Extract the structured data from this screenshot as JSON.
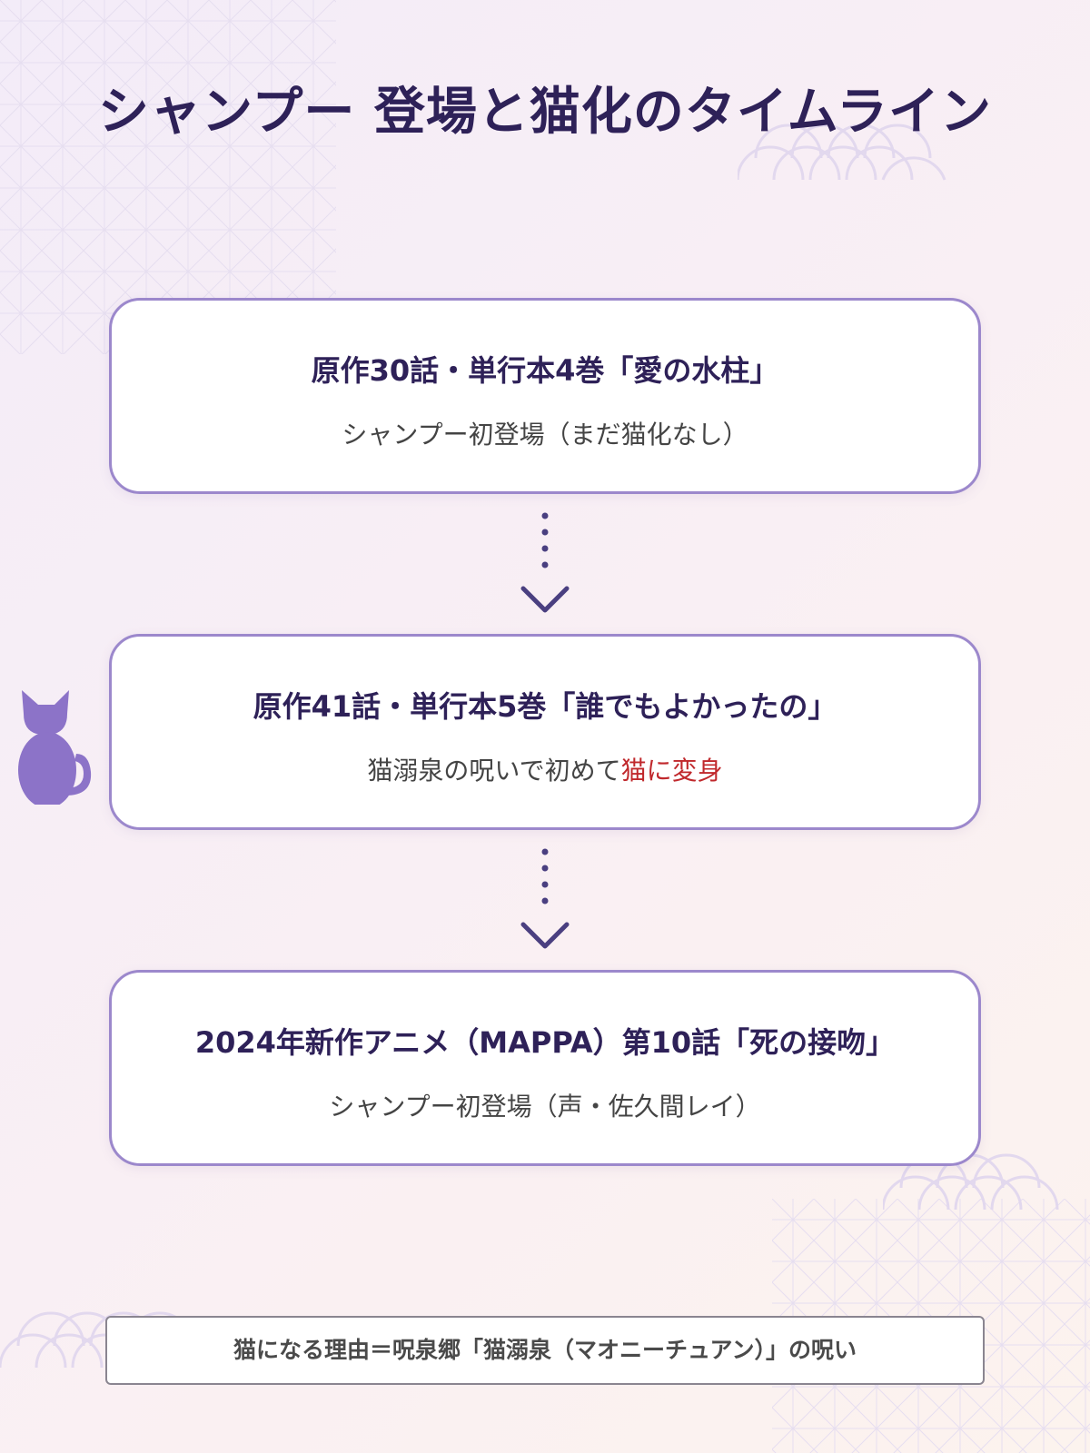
{
  "title": "シャンプー 登場と猫化のタイムライン",
  "colors": {
    "accent": "#9c88cc",
    "title": "#2e2158",
    "highlight": "#c0282c",
    "cat": "#8c73c8"
  },
  "timeline": [
    {
      "heading": "原作30話・単行本4巻「愛の水柱」",
      "description": "シャンプー初登場（まだ猫化なし）",
      "highlight": ""
    },
    {
      "heading": "原作41話・単行本5巻「誰でもよかったの」",
      "description": "猫溺泉の呪いで初めて",
      "highlight": "猫に変身"
    },
    {
      "heading": "2024年新作アニメ（MAPPA）第10話「死の接吻」",
      "description": "シャンプー初登場（声・佐久間レイ）",
      "highlight": ""
    }
  ],
  "note": "猫になる理由＝呪泉郷「猫溺泉（マオニーチュアン）」の呪い",
  "icons": {
    "cat": "cat-silhouette-icon",
    "arrow": "dotted-down-arrow-icon"
  }
}
